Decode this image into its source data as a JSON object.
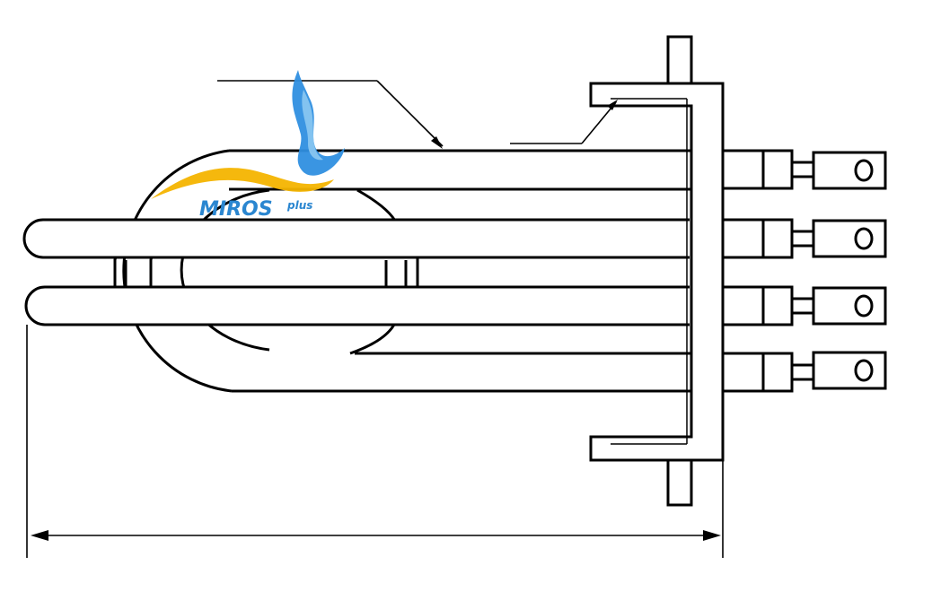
{
  "logo": {
    "name": "MIROS",
    "suffix": "plus",
    "colors": {
      "flame_blue": "#2f8fe0",
      "flame_light_blue": "#8cc8f2",
      "swoosh": "#f4b400",
      "text": "#2a86d0"
    }
  },
  "drawing": {
    "line_color": "#000000",
    "background": "#ffffff",
    "terminals": 4,
    "u_tubes_front": 2
  }
}
